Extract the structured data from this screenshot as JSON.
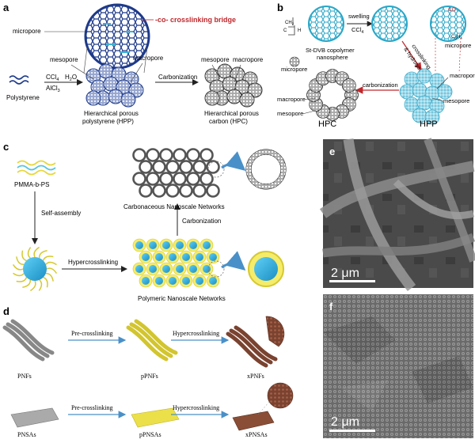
{
  "panels": {
    "a": {
      "label": "a",
      "bridge": "-co- crosslinking bridge",
      "micropore": "micropore",
      "mesopore": "mesopore",
      "macropore": "macropore",
      "mesopore2": "mesopore",
      "macropore2": "macropore",
      "polystyrene": "Polystyrene",
      "ccl4": "CCl",
      "ccl4_sub": "4",
      "alcl3": "AlCl",
      "alcl3_sub": "3",
      "h2o": "H",
      "h2o_sub": "2",
      "h2o_o": "O",
      "carbonization": "Carbonization",
      "hpp1": "Hierarchical porous",
      "hpp2": "polystyrene (HPP)",
      "hpc1": "Hierarchical porous",
      "hpc2": "carbon (HPC)"
    },
    "b": {
      "label": "b",
      "chain_top": "CH",
      "chain_top_sub": "2",
      "chain_left": "C",
      "chain_h": "H",
      "copolymer1": "St-DVB copolymer",
      "copolymer2": "nanosphere",
      "swelling": "swelling",
      "ccl4": "CCl",
      "ccl4_sub": "4",
      "crosslinking": "crosslinking",
      "hydrolysis": "& hydrolysis",
      "co": "CO",
      "c6h4": "C",
      "c6h4_sub": "6",
      "c6h4_h": "H",
      "c6h4_sub2": "4",
      "micropore": "micropore",
      "micropore2": "micropore",
      "macropore": "macropore",
      "macropore2": "macropore",
      "mesopore": "mesopore",
      "mesopore2": "mesopore",
      "carbonization": "carbonization",
      "hpc": "HPC",
      "hpp": "HPP"
    },
    "c": {
      "label": "c",
      "pmma": "PMMA-b-PS",
      "self_assembly": "Self-assembly",
      "carbonaceous": "Carbonaceous Nanoscale Networks",
      "carbonization": "Carbonization",
      "hypercrosslinking": "Hypercrosslinking",
      "polymeric": "Polymeric Nanoscale Networks"
    },
    "d": {
      "label": "d",
      "pnfs": "PNFs",
      "ppnfs": "pPNFs",
      "xpnfs": "xPNFs",
      "pnsas": "PNSAs",
      "ppnsas": "pPNSAs",
      "xpnsas": "xPNSAs",
      "pre1": "Pre-crosslinking",
      "hyper1": "Hypercrosslinking",
      "pre2": "Pre-crosslinking",
      "hyper2": "Hypercrosslinking"
    },
    "e": {
      "label": "e",
      "scale": "2 μm"
    },
    "f": {
      "label": "f",
      "scale": "2 μm"
    }
  },
  "colors": {
    "blue_ring": "#1e3a8a",
    "cyan": "#5bc4de",
    "red": "#c0282c",
    "gray": "#3a3a3a",
    "yellow": "#e6d840",
    "brown": "#7a4330"
  }
}
